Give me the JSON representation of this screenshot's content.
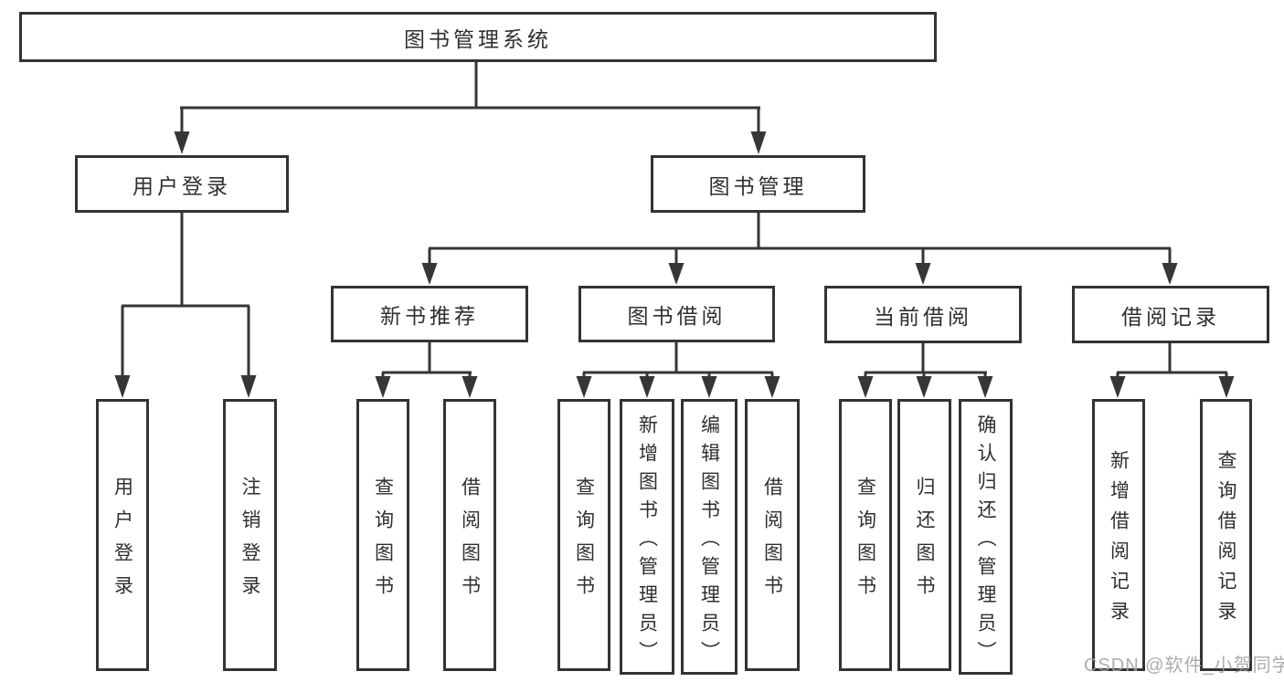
{
  "diagram": {
    "root": {
      "label": "图书管理系统",
      "children": [
        {
          "label": "用户登录",
          "children": [
            {
              "label": "用户登录"
            },
            {
              "label": "注销登录"
            }
          ]
        },
        {
          "label": "图书管理",
          "children": [
            {
              "label": "新书推荐",
              "children": [
                {
                  "label": "查询图书"
                },
                {
                  "label": "借阅图书"
                }
              ]
            },
            {
              "label": "图书借阅",
              "children": [
                {
                  "label": "查询图书"
                },
                {
                  "label": "新增图书（管理员）"
                },
                {
                  "label": "编辑图书（管理员）"
                },
                {
                  "label": "借阅图书"
                }
              ]
            },
            {
              "label": "当前借阅",
              "children": [
                {
                  "label": "查询图书"
                },
                {
                  "label": "归还图书"
                },
                {
                  "label": "确认归还（管理员）"
                }
              ]
            },
            {
              "label": "借阅记录",
              "children": [
                {
                  "label": "新增借阅记录"
                },
                {
                  "label": "查询借阅记录"
                }
              ]
            }
          ]
        }
      ]
    }
  },
  "watermark": {
    "text": "CSDN @软件_小贺同学"
  },
  "colors": {
    "line": "#363636",
    "box_border": "#333333",
    "text": "#2f2f2f",
    "watermark": "#a6a6a6",
    "background": "#ffffff"
  }
}
